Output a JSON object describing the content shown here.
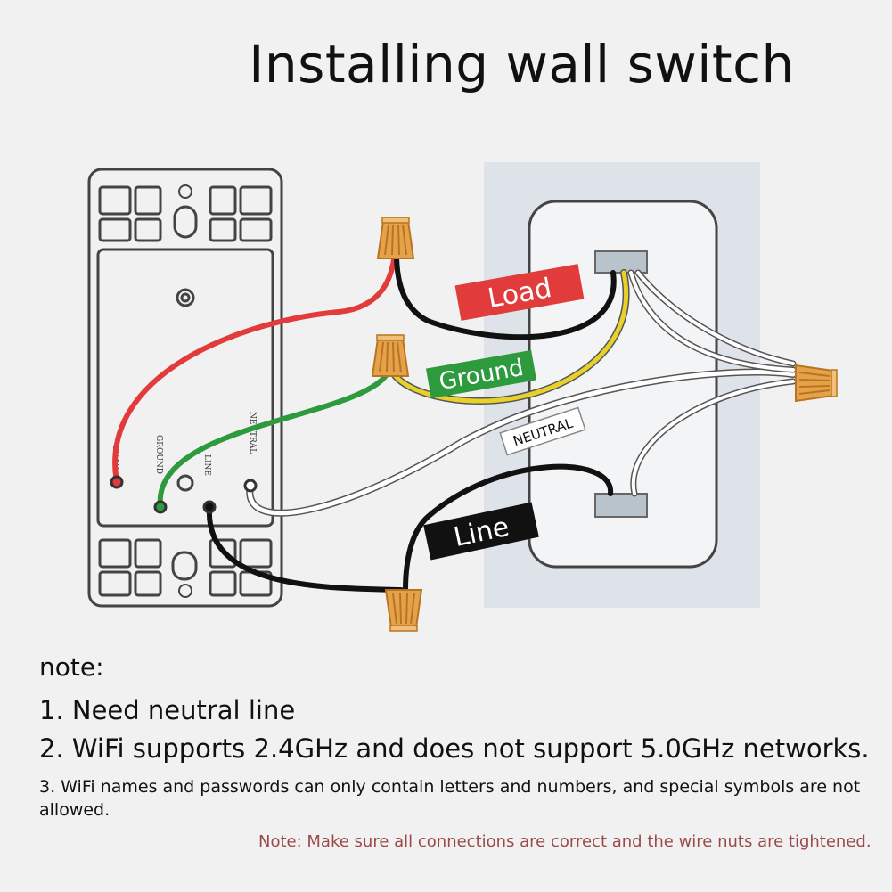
{
  "title": "Installing wall switch",
  "switch_terminals": {
    "load": "LOAD",
    "ground": "GROUND",
    "line": "LINE",
    "neutral": "NEUTRAL"
  },
  "wire_labels": {
    "load": "Load",
    "ground": "Ground",
    "neutral": "NEUTRAL",
    "line": "Line"
  },
  "colors": {
    "load_wire": "#e23b3b",
    "ground_wire": "#2e9a3e",
    "yellow_wire": "#e8d22a",
    "line_wire": "#111111",
    "neutral_wire": "#ffffff",
    "wire_nut": "#e6a24a",
    "box_background": "#dde3e8"
  },
  "notes": {
    "heading": "note:",
    "item1": "1. Need neutral line",
    "item2": "2. WiFi supports 2.4GHz and does not support 5.0GHz networks.",
    "item3": "3. WiFi names and passwords can only contain letters and numbers, and special symbols are not allowed.",
    "warning": "Note: Make sure all connections are correct and the wire nuts are tightened."
  }
}
